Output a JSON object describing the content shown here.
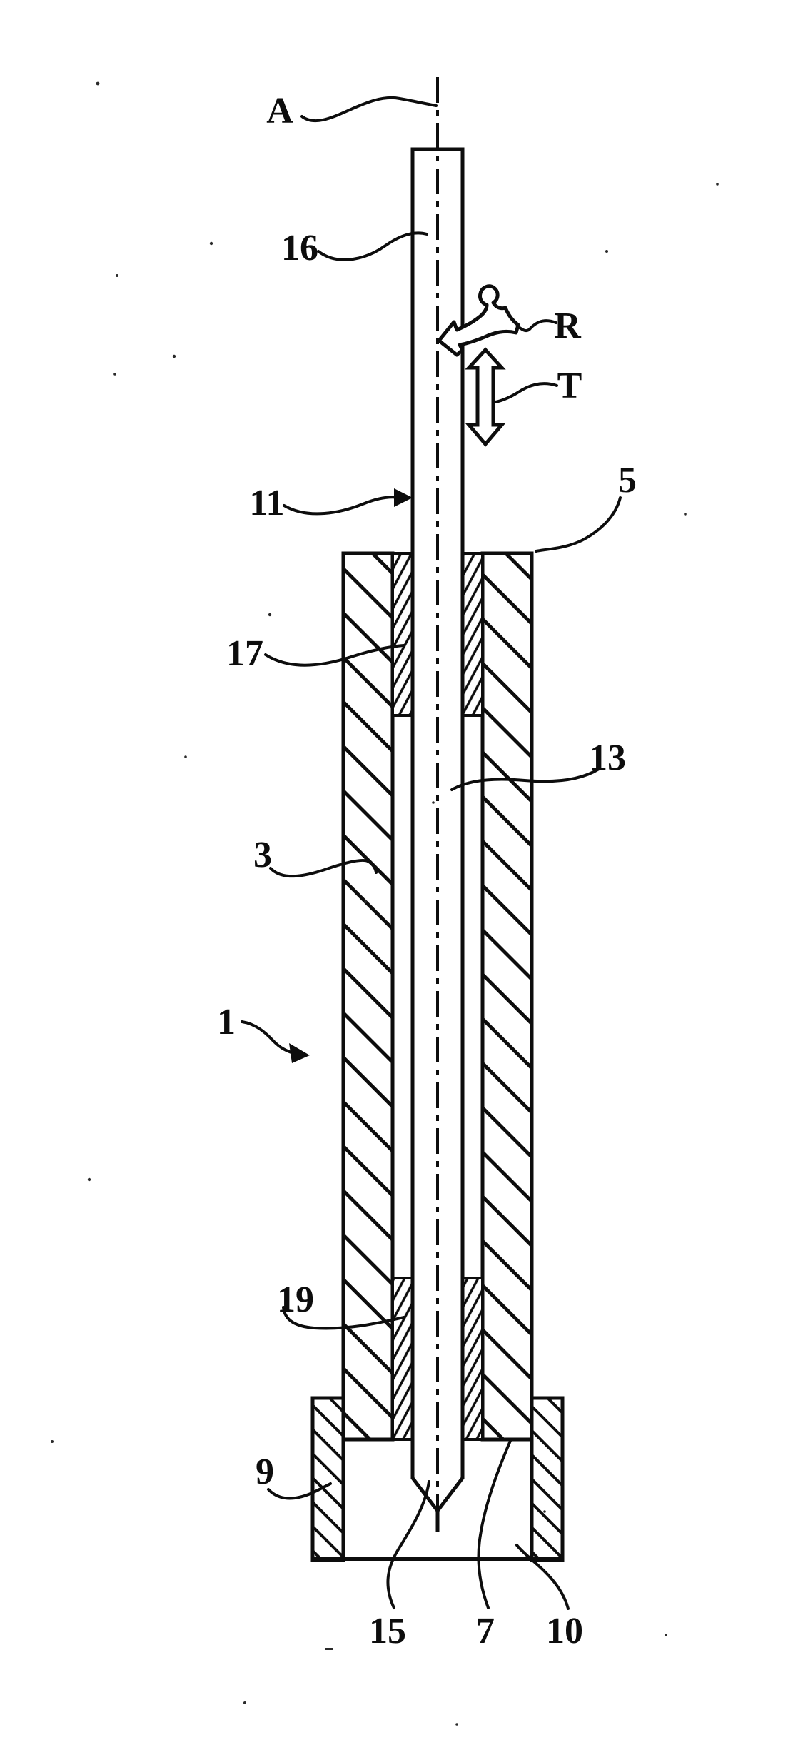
{
  "figure": {
    "background": "#ffffff",
    "ink": "#0d0d0d",
    "description_visible_text_only": true,
    "labels": [
      {
        "id": "axis",
        "text": "A"
      },
      {
        "id": "rod-upper",
        "text": "16"
      },
      {
        "id": "rotation-motion",
        "text": "R"
      },
      {
        "id": "translation-motion",
        "text": "T"
      },
      {
        "id": "rod-mid",
        "text": "11"
      },
      {
        "id": "tube-top",
        "text": "5"
      },
      {
        "id": "upper-bushing",
        "text": "17"
      },
      {
        "id": "rod-inner",
        "text": "13"
      },
      {
        "id": "tube-wall",
        "text": "3"
      },
      {
        "id": "assembly",
        "text": "1"
      },
      {
        "id": "lower-bushing",
        "text": "19"
      },
      {
        "id": "collar",
        "text": "9"
      },
      {
        "id": "tip",
        "text": "15"
      },
      {
        "id": "bottom-face",
        "text": "7"
      },
      {
        "id": "collar-cavity",
        "text": "10"
      }
    ]
  }
}
